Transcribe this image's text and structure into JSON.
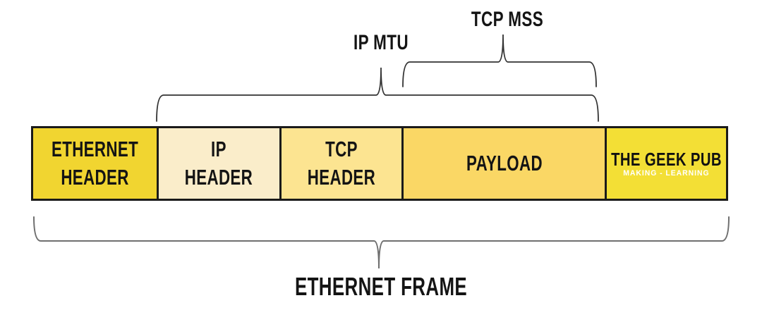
{
  "diagram": {
    "annotations": {
      "tcp_mss": "TCP MSS",
      "ip_mtu": "IP MTU",
      "ethernet_frame": "ETHERNET FRAME"
    },
    "frame": {
      "segments": [
        {
          "id": "ethernet-header",
          "line1": "ETHERNET",
          "line2": "HEADER",
          "color": "#F1D530"
        },
        {
          "id": "ip-header",
          "line1": "IP",
          "line2": "HEADER",
          "color": "#FAEDCA"
        },
        {
          "id": "tcp-header",
          "line1": "TCP",
          "line2": "HEADER",
          "color": "#FCE491"
        },
        {
          "id": "payload",
          "line1": "PAYLOAD",
          "line2": "",
          "color": "#FAD765"
        },
        {
          "id": "geek-pub-logo",
          "line1": "THE GEEK PUB",
          "line2": "MAKING - LEARNING",
          "color": "#F3DF35"
        }
      ]
    },
    "colors": {
      "bar_border": "#1a1a1a",
      "text": "#141414",
      "brace_top": "#333333",
      "brace_bottom": "#6f6f6f",
      "logo_title_text": "#111111",
      "logo_subtitle_text": "#ffffff",
      "background": "#ffffff"
    }
  }
}
